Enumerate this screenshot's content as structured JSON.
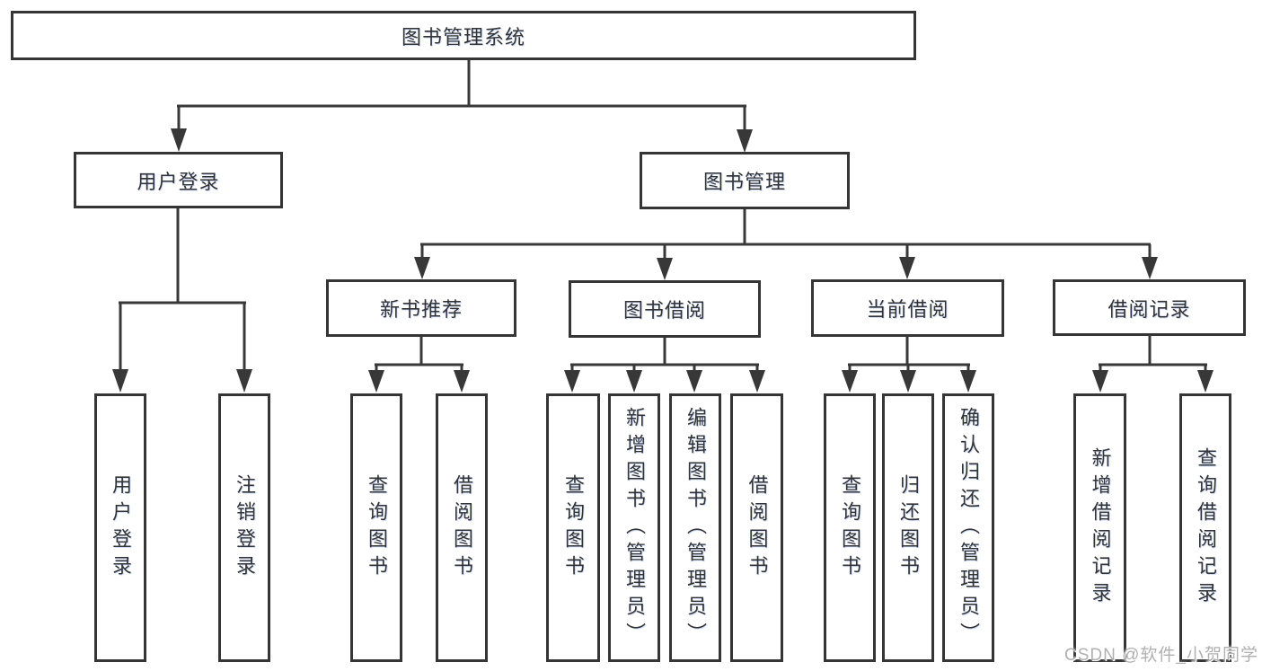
{
  "page": {
    "background": "#ffffff",
    "line_color": "#383838",
    "box_border_color": "#353535",
    "text_color": "#333333",
    "watermark_color": "#b0b0b0"
  },
  "watermark": {
    "text": "CSDN @软件_小贺同学"
  },
  "tree": {
    "root": {
      "label": "图书管理系统"
    },
    "branches": [
      {
        "label": "用户登录",
        "leaves": [
          "用户登录",
          "注销登录"
        ]
      },
      {
        "label": "图书管理",
        "groups": [
          {
            "label": "新书推荐",
            "leaves": [
              "查询图书",
              "借阅图书"
            ]
          },
          {
            "label": "图书借阅",
            "leaves": [
              "查询图书",
              "新增图书（管理员）",
              "编辑图书（管理员）",
              "借阅图书"
            ]
          },
          {
            "label": "当前借阅",
            "leaves": [
              "查询图书",
              "归还图书",
              "确认归还（管理员）"
            ]
          },
          {
            "label": "借阅记录",
            "leaves": [
              "新增借阅记录",
              "查询借阅记录"
            ]
          }
        ]
      }
    ]
  }
}
